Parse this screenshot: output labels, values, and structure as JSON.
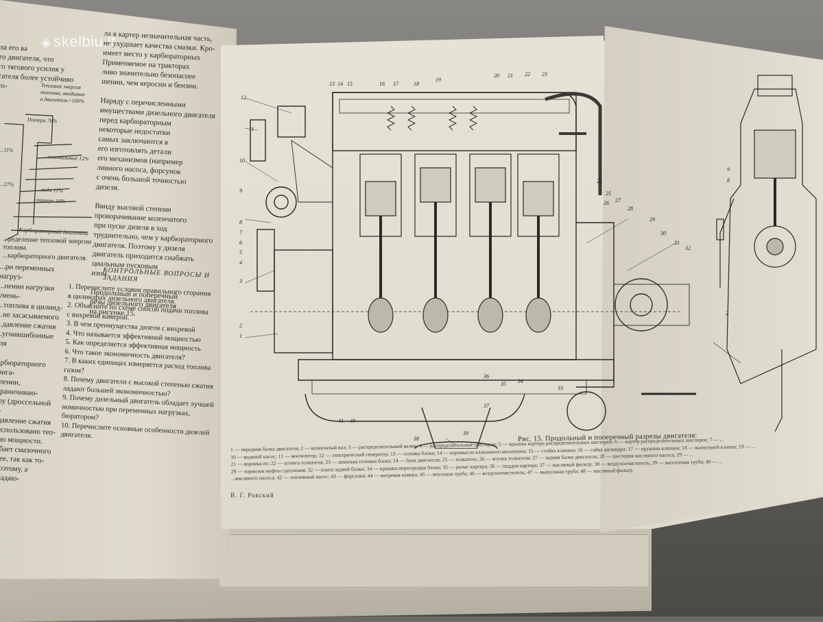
{
  "watermark": {
    "icon": "tag-icon",
    "text": "skelbiu.lt"
  },
  "left_page": {
    "column1_text": "ла его ва\nго двигателя, что\nго тягового усилия у\nтателя более устойчиво со-",
    "energy_diagram": {
      "top_label": "Тепловая энергия\nтоплива, вводимая\nв двигатель=100%",
      "labels": [
        "Потери 76%",
        "...11%",
        "...нсиональные 12%",
        "...27%",
        "...вода 11%",
        "...потери 10%"
      ],
      "bottom_label": "Карбюраторный двигатель"
    },
    "energy_caption": "...ределение тепловой энергии топлива\n...карбюраторного двигателя.",
    "column2_text": "ла в картер незначительная часть,\nне ухудшает качества смазки. Кро-\nимеет место у карбюраторных\nПрименяемое на тракторах\nливо значительно безопаснее\nшении, чем керосин и бензин.\n\nНаряду с перечисленными\nимуществами дизельного двигателя\nперед карбюраторным\nнекоторые недостатки\nсамых заключаются в\nего изготовлять детали\nего механизмов (например\nливного насоса, форсунок\nс очень большой точностью\nдизеля.\n\nВвиду высокой степени\nпроворачивание коленчатого\nпри пуске дизеля в ход\nтруднительно, чем у карбюраторного\nдвигателя. Поэтому у дизеля\nдвигатель приходится снабжать\nциальным пусковым\nизом.\n\nПродольный и поперечный\nрезы дизельного двигателя\nна рисунке 15.",
    "bottom_left_text": "...ри переменных нагруз-\n...нении нагрузки умень-\n...топлива в цилинд-\n...не засасываемого\n...давление сжатия\n...угнавшибонные для\n\n...рбюраторного двига-\n...лении, ограничиваю-\n...ру (дроссельной за-\n...давление сжатия\n...использовано теп-\n...ую мощности.\n...ебает смазочного\n...нее, так как то-\n...поэтому, а попадаю-",
    "quiz_title": "КОНТРОЛЬНЫЕ ВОПРОСЫ И ЗАДАНИЯ",
    "quiz_text": "1. Перечислите условия правильного сгорания\n    в цилиндрах дизельного двигателя.\n2. Объясните по схеме способ подачи топлива\n    с вихревой камерой.\n3. В чем преимущества дизеля с вихревой\n4. Что называется эффективной мощностью\n5. Как определяется эффективная мощность\n6. Что такое экономичность двигателя?\n7. В каких единицах измеряется расход топлива\n    газом?\n8. Почему двигатели с высокой степенью сжатия\n    ладают большей экономичностью?\n9. Почему дизельный двигатель обладает лучшей\n    номичностью при переменных нагрузках,\n    бюратором?\n10. Перечислите основные особенности дизелей\n    двигателя."
  },
  "figure": {
    "caption": "Рис. 15. Продольный и поперечный разрезы двигателя:",
    "callouts": [
      "1",
      "2",
      "3",
      "4",
      "5",
      "6",
      "7",
      "8",
      "9",
      "10",
      "11",
      "12",
      "13",
      "14",
      "15",
      "16",
      "17",
      "18",
      "19",
      "20",
      "21",
      "22",
      "23",
      "24",
      "25",
      "26",
      "27",
      "28",
      "29",
      "30",
      "31",
      "32",
      "33",
      "34",
      "35",
      "36",
      "37",
      "38",
      "39",
      "40",
      "41"
    ],
    "legend_lines": [
      "1 — передняя балка двигателя; 2 — коленчатый вал; 3 — распределительный валик; 4 — распределительные шестерни; 5 — крышка картера распределительных шестерен; 6 — картер распределительных шестерен; 7 — ...",
      "10 — водяной насос; 11 — вентилятор; 12 — электрический генератор; 13 — головка блока; 14 — коромысло клапанного механизма; 15 — стойка клапана; 16 — гайка цилиндра; 17 — пружина клапана; 18 — выпускной клапан; 19 — ...",
      "21 — коромысло; 22 — штанга толкателя; 23 — шпилька головки блока; 24 — блок двигателя; 25 — толкатель; 26 — втулка толкателя; 27 — задняя балка двигателя; 28 — шестерня масляного насоса; 29 — ...",
      "29 — тормозок муфты сцепления; 32 — плита задней балки; 34 — крышка перегородки блока; 35 — рычаг картера; 36 — поддон картера; 37 — масляный фильтр; 38 — воздухоочиститель; 39 — выхлопная труба; 40 — ...",
      "...масляного насоса; 42 — топливный насос; 43 — форсунка; 44 — вихревая камера; 45 — впускная труба; 46 — воздухоочиститель; 47 — выпускная труба; 48 — масляный фильтр"
    ],
    "author": "В. Г. Ровский"
  }
}
